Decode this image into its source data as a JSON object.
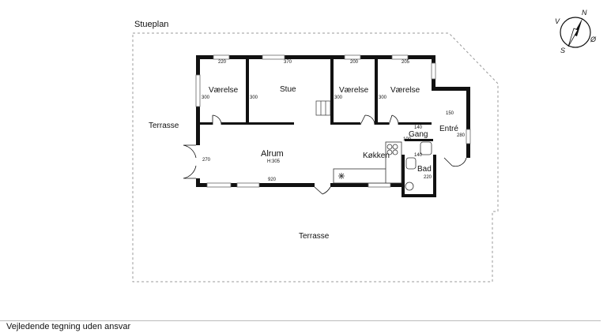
{
  "title": "Stueplan",
  "footer": "Vejledende tegning uden ansvar",
  "compass": {
    "n": "N",
    "o": "Ø",
    "s": "S",
    "v": "V"
  },
  "rooms": {
    "vaerelse1": "Værelse",
    "stue": "Stue",
    "vaerelse2": "Værelse",
    "vaerelse3": "Værelse",
    "alrum": "Alrum",
    "alrum_height": "H:305",
    "koekken": "Køkken",
    "gang": "Gang",
    "entre": "Entré",
    "bad": "Bad",
    "terrasse_left": "Terrasse",
    "terrasse_bottom": "Terrasse"
  },
  "dimensions": {
    "w220": "220",
    "w370": "370",
    "w200": "200",
    "w205": "205",
    "h300a": "300",
    "h300b": "300",
    "h300c": "300",
    "h300d": "300",
    "w150": "150",
    "w140a": "140",
    "h100": "100",
    "h280": "280",
    "h270": "270",
    "w920": "920",
    "w140b": "140",
    "w220b": "220"
  }
}
